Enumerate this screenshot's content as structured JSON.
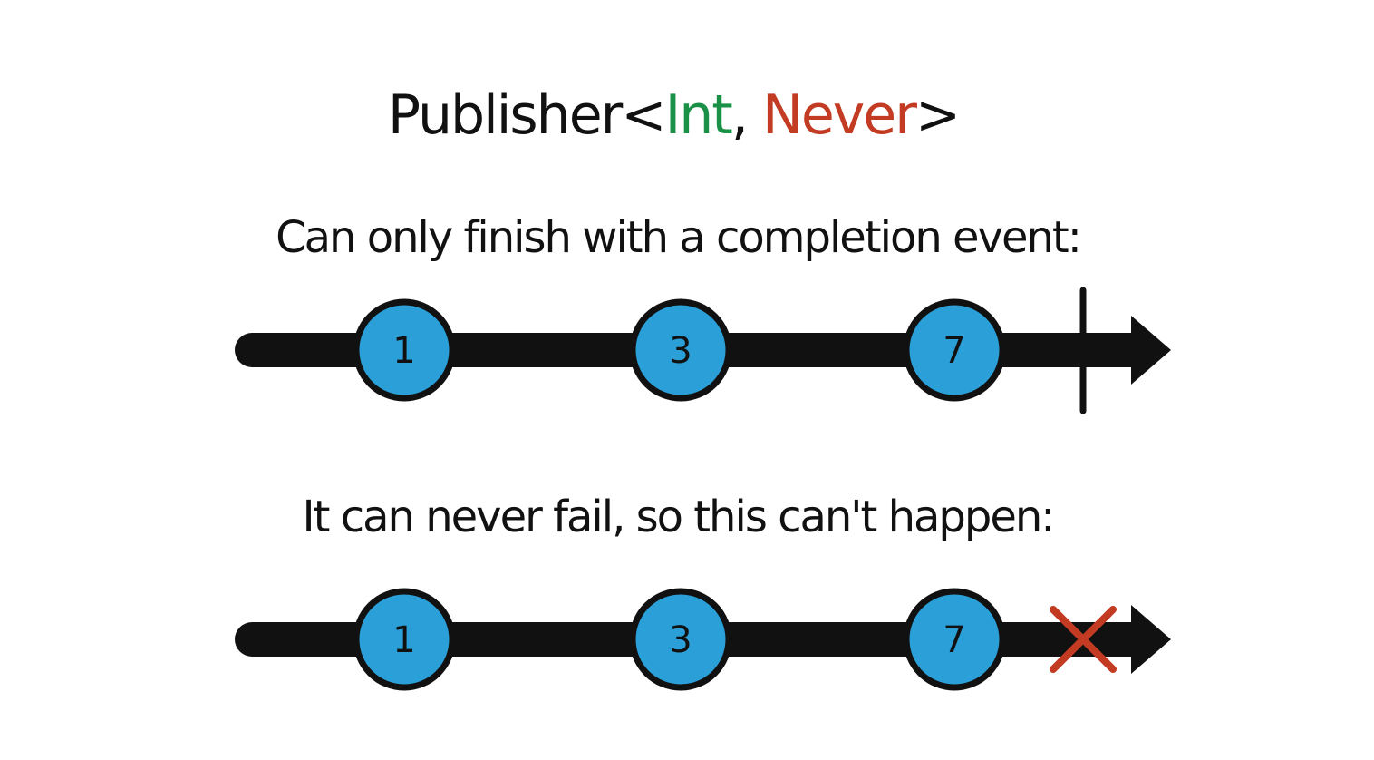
{
  "title": {
    "prefix": "Publisher<",
    "output_type": "Int",
    "separator": ", ",
    "failure_type": "Never",
    "suffix": ">"
  },
  "colors": {
    "output_type": "#1a9147",
    "failure_type": "#c23b22",
    "marble_fill": "#2a9fd8",
    "ink": "#111111",
    "error_x": "#c23b22"
  },
  "diagrams": [
    {
      "caption": "Can only finish with a completion event:",
      "events": [
        "1",
        "3",
        "7"
      ],
      "terminal": "completion"
    },
    {
      "caption": "It can never fail, so this can't happen:",
      "events": [
        "1",
        "3",
        "7"
      ],
      "terminal": "error"
    }
  ]
}
